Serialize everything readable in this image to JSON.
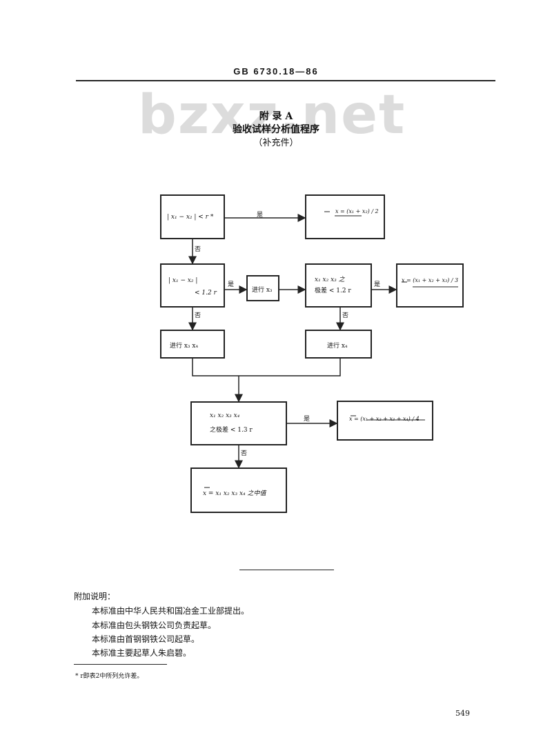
{
  "header": {
    "code": "GB 6730.18—86"
  },
  "watermark": "bzxz.net",
  "appendix": {
    "title": "附 录 A",
    "name": "验收试样分析值程序",
    "note": "（补充件）"
  },
  "flowchart": {
    "box1": "| x₁ − x₂ | < r *",
    "box2": "x = (x₁ + x₂) / 2",
    "box3_line1": "| x₁ − x₂ |",
    "box3_line2": "< 1.2 r",
    "box4": "进行 x₃",
    "box5_line1": "x₁  x₂  x₃ 之",
    "box5_line2": "极差 < 1.2 r",
    "box6": "x = (x₁ + x₂ + x₃) / 3",
    "box7": "进行 x₃  x₄",
    "box8": "进行 x₄",
    "box9_line1": "x₁    x₂    x₃    x₄",
    "box9_line2": "之极差 < 1.3 r",
    "box10": "x = (x₁ + x₂ + x₃ + x₄) / 4",
    "box11": "x = x₁ x₂ x₃ x₄ 之中值",
    "yes": "是",
    "no": "否"
  },
  "notes": {
    "title": "附加说明：",
    "lines": [
      "本标准由中华人民共和国冶金工业部提出。",
      "本标准由包头钢铁公司负责起草。",
      "本标准由首钢钢铁公司起草。",
      "本标准主要起草人朱启碧。"
    ]
  },
  "footnote": "* r即表2中所列允许差。",
  "page_number": "549"
}
